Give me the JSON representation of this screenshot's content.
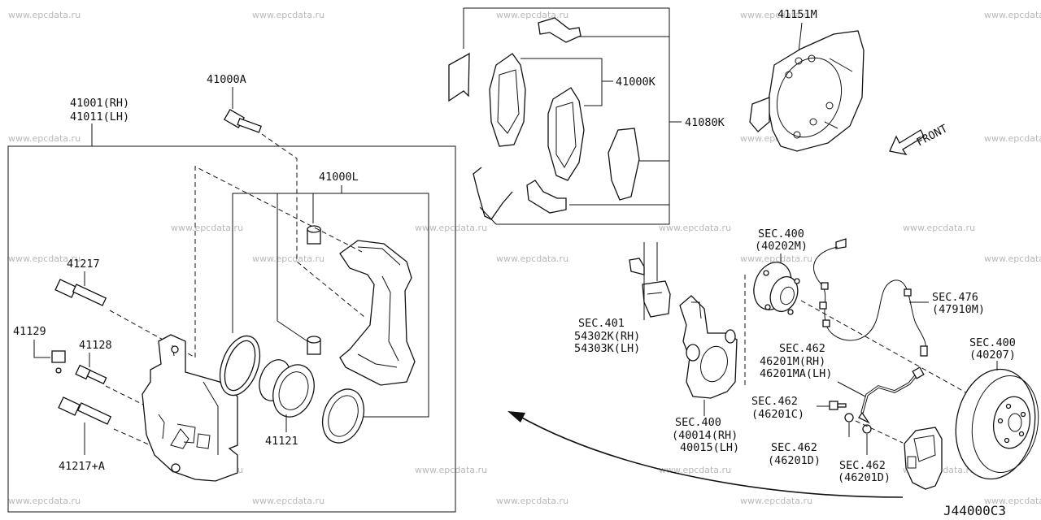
{
  "watermark": "www.epcdata.ru",
  "diagram_code": "J44000C3",
  "front_label": "FRONT",
  "labels": {
    "p41000A": "41000A",
    "p41001": "41001(RH)",
    "p41011": "41011(LH)",
    "p41000L": "41000L",
    "p41217": "41217",
    "p41129": "41129",
    "p41128": "41128",
    "p41217A": "41217+A",
    "p41121": "41121",
    "p41000K": "41000K",
    "p41080K": "41080K",
    "p41151M": "41151M",
    "sec400a_1": "SEC.400",
    "sec400a_2": "(40202M)",
    "sec476_1": "SEC.476",
    "sec476_2": "(47910M)",
    "sec401_1": "SEC.401",
    "sec401_2": "54302K(RH)",
    "sec401_3": "54303K(LH)",
    "sec462a_1": "SEC.462",
    "sec462a_2": "46201M(RH)",
    "sec462a_3": "46201MA(LH)",
    "sec400b_1": "SEC.400",
    "sec400b_2": "(40207)",
    "sec462b_1": "SEC.462",
    "sec462b_2": "(46201C)",
    "sec400c_1": "SEC.400",
    "sec400c_2": "(40014(RH)",
    "sec400c_3": "40015(LH)",
    "sec462c_1": "SEC.462",
    "sec462c_2": "(46201D)",
    "sec462d_1": "SEC.462",
    "sec462d_2": "(46201D)"
  }
}
